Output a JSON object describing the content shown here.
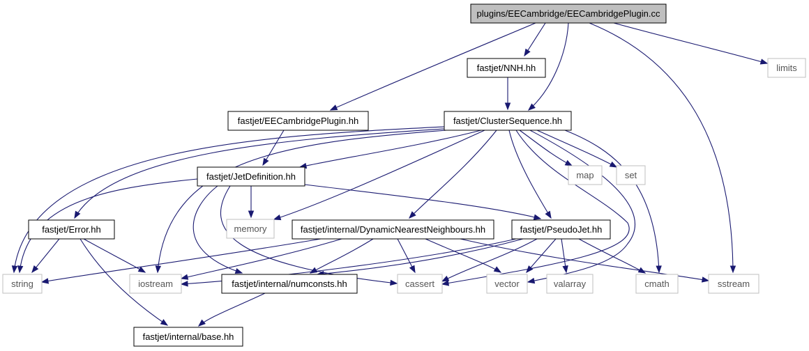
{
  "colors": {
    "edge": "#191970",
    "root_fill": "#bfbfbf",
    "local_border": "#000000",
    "system_border": "#bfbfbf",
    "system_text": "#555555"
  },
  "nodes": {
    "root": "plugins/EECambridge/EECambridgePlugin.cc",
    "nnh": "fastjet/NNH.hh",
    "limits": "limits",
    "eecambridge_plugin_hh": "fastjet/EECambridgePlugin.hh",
    "cluster_sequence": "fastjet/ClusterSequence.hh",
    "jet_definition": "fastjet/JetDefinition.hh",
    "map": "map",
    "set": "set",
    "error": "fastjet/Error.hh",
    "memory": "memory",
    "dnn": "fastjet/internal/DynamicNearestNeighbours.hh",
    "pseudojet": "fastjet/PseudoJet.hh",
    "string": "string",
    "iostream": "iostream",
    "numconsts": "fastjet/internal/numconsts.hh",
    "cassert": "cassert",
    "vector": "vector",
    "valarray": "valarray",
    "cmath": "cmath",
    "sstream": "sstream",
    "base": "fastjet/internal/base.hh"
  }
}
